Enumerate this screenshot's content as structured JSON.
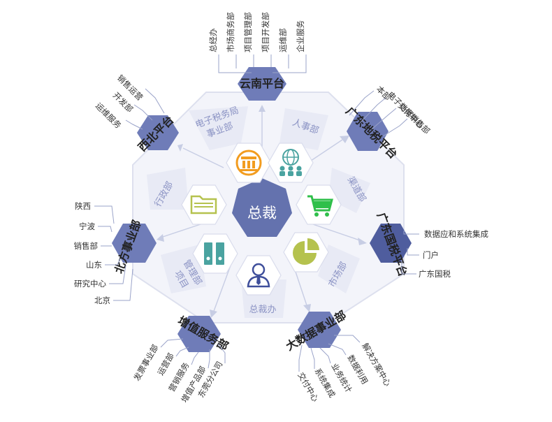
{
  "center": {
    "label": "总裁"
  },
  "departments": [
    {
      "label_lines": [
        "电子税务局",
        "事业部"
      ],
      "icon": "building-seal-icon"
    },
    {
      "label_lines": [
        "人事部"
      ],
      "icon": "people-globe-icon"
    },
    {
      "label_lines": [
        "渠道部"
      ],
      "icon": "shopping-cart-icon"
    },
    {
      "label_lines": [
        "市场部"
      ],
      "icon": "pie-chart-icon"
    },
    {
      "label_lines": [
        "总裁办"
      ],
      "icon": "person-tie-icon"
    },
    {
      "label_lines": [
        "项目",
        "管理部"
      ],
      "icon": "binders-icon"
    },
    {
      "label_lines": [
        "行政部"
      ],
      "icon": "folder-icon"
    }
  ],
  "branches": {
    "yunnan": {
      "name": "云南平台",
      "children": [
        "总经办",
        "市场商务部",
        "项目管理部",
        "项目开发部",
        "运维部",
        "企业服务"
      ]
    },
    "guangdong_dishui": {
      "name": "广东地税平台",
      "children": [
        "本部",
        "电子档案",
        "交付中心",
        "销售部"
      ]
    },
    "guangdong_guoshui": {
      "name": "广东国税平台",
      "children": [
        "数据应和系统集成",
        "门户",
        "广东国税"
      ]
    },
    "big_data": {
      "name": "大数据事业部",
      "children": [
        "解决方案中心",
        "数据利用",
        "业务统计",
        "系统集成",
        "交付中心"
      ]
    },
    "value_added": {
      "name": "增值服务部",
      "children": [
        "发票事业部",
        "运营部",
        "营销服务",
        "增值产品部",
        "东莞分公司"
      ]
    },
    "north": {
      "name": "北方事业部",
      "children": [
        "陕西",
        "宁波",
        "销售部",
        "山东",
        "研究中心",
        "北京"
      ]
    },
    "northwest": {
      "name": "西北平台",
      "children": [
        "销售运营",
        "开发部",
        "运维服务"
      ]
    }
  },
  "colors": {
    "center": "#6472ae",
    "hex_light": "#6f7cb8",
    "hex_dark": "#4f5d9e",
    "sector_text": "#8b93c4",
    "icon_orange": "#f29c1f",
    "icon_teal": "#4aa3a0",
    "icon_green": "#2fbf4a",
    "icon_olive": "#b5c24e",
    "icon_navy": "#3f4f9b"
  }
}
